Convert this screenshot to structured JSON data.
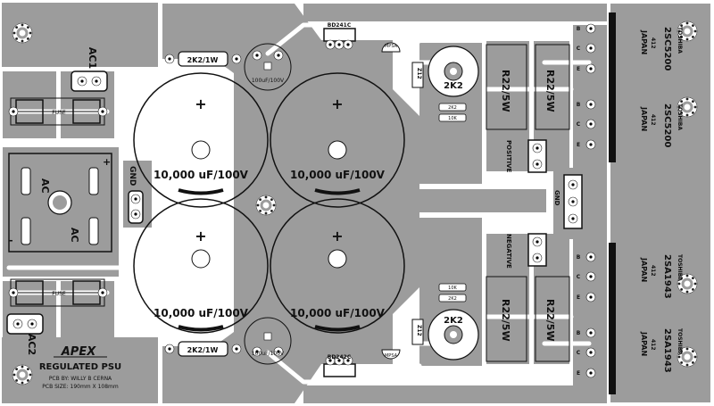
{
  "colors": {
    "board": "#9c9c9c",
    "copper": "#ffffff",
    "ink": "#111111",
    "pad_hole": "#000000"
  },
  "board": {
    "brand": "APEX",
    "title": "REGULATED PSU",
    "credit": "PCB BY: WILLY B CERNA",
    "size": "PCB SIZE: 190mm X 108mm"
  },
  "inputs": {
    "ac1": "AC1",
    "ac2": "AC2",
    "fuse1": "FUSE",
    "fuse2": "FUSE",
    "bridge_ac_top": "AC",
    "bridge_ac_bottom": "AC",
    "bridge_plus": "+",
    "bridge_minus": "-",
    "gnd_left": "GND"
  },
  "capacitors": {
    "big": [
      {
        "value": "10,000 uF/100V",
        "polarity": "+"
      },
      {
        "value": "10,000 uF/100V",
        "polarity": "+"
      },
      {
        "value": "10,000 uF/100V",
        "polarity": "+"
      },
      {
        "value": "10,000 uF/100V",
        "polarity": "+"
      }
    ],
    "small_top": "100uF/100V",
    "small_bottom": "100uF/100V"
  },
  "resistors": {
    "r_2k2_1w_top": "2K2/1W",
    "r_2k2_1w_bottom": "2K2/1W",
    "r22_5w": [
      "R22/5W",
      "R22/5W",
      "R22/5W",
      "R22/5W"
    ],
    "zener_top": "Z12",
    "zener_bottom": "Z12",
    "pot_top": "2K2",
    "pot_bottom": "2K2",
    "small_top": [
      "2K2",
      "10K"
    ],
    "small_bottom": [
      "10K",
      "2K2"
    ]
  },
  "semis": {
    "driver_top": "BD241C",
    "driver_bottom": "BD242C",
    "mps_top": "MPSA",
    "mps_bottom": "MPSA",
    "power_top": [
      {
        "maker": "TOSHIBA",
        "part": "2SC5200",
        "code": "412",
        "origin": "JAPAN"
      },
      {
        "maker": "TOSHIBA",
        "part": "2SC5200",
        "code": "412",
        "origin": "JAPAN"
      }
    ],
    "power_bottom": [
      {
        "maker": "TOSHIBA",
        "part": "2SA1943",
        "code": "412",
        "origin": "JAPAN"
      },
      {
        "maker": "TOSHIBA",
        "part": "2SA1943",
        "code": "412",
        "origin": "JAPAN"
      }
    ],
    "pins_top": [
      "B",
      "C",
      "E",
      "B",
      "C",
      "E"
    ],
    "pins_bottom": [
      "B",
      "C",
      "E",
      "B",
      "C",
      "E"
    ]
  },
  "outputs": {
    "positive": "POSITIVE",
    "negative": "NEGATIVE",
    "gnd_right": "GND"
  }
}
